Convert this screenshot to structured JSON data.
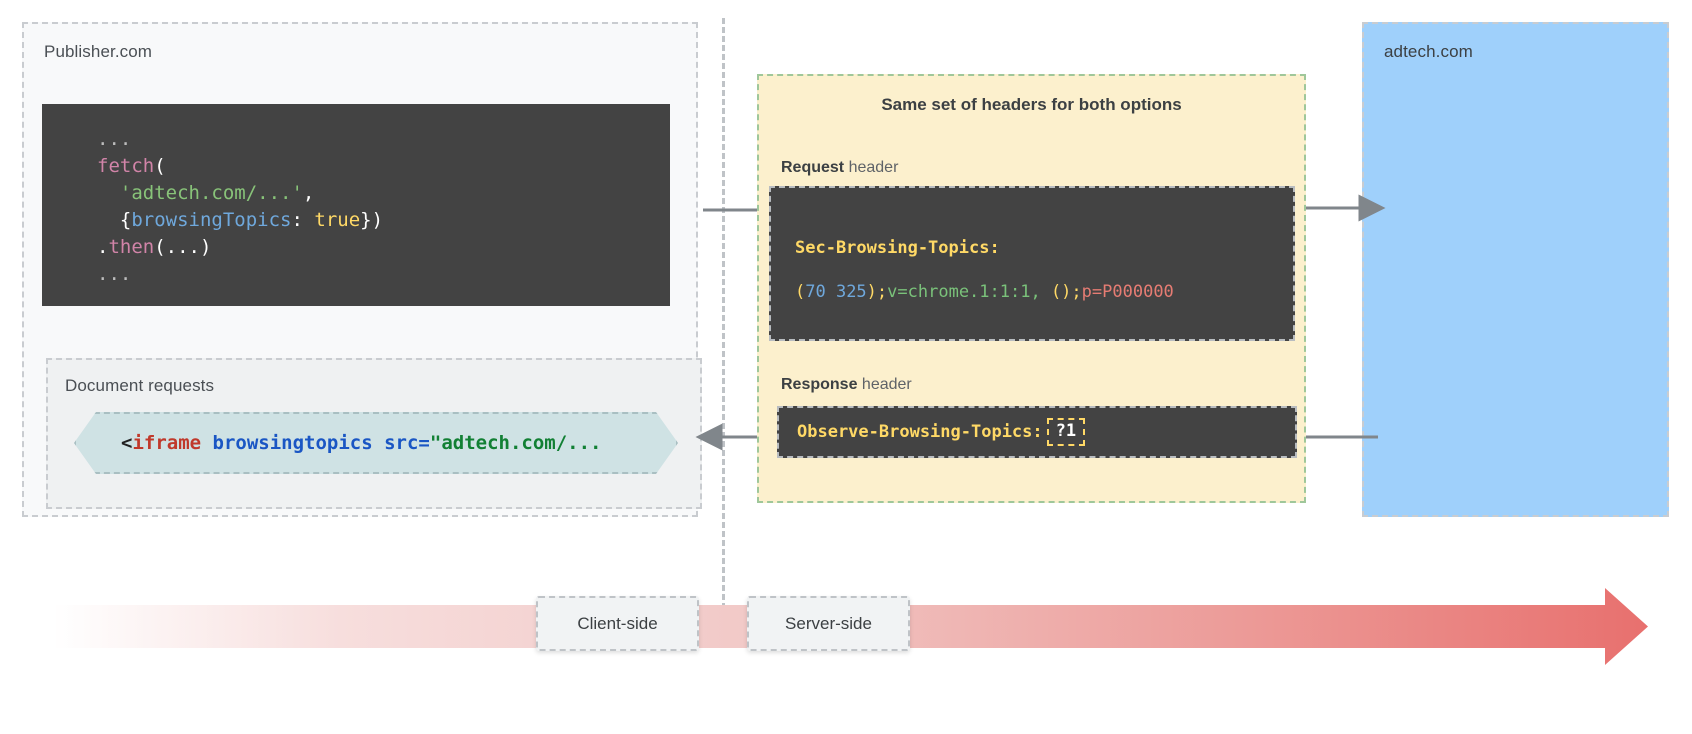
{
  "diagram": {
    "title_hidden": "",
    "publisher": {
      "label": "Publisher.com",
      "fetch_code": {
        "line1_dots": "...",
        "line2_fn": "fetch",
        "line2_paren": "(",
        "line3_str": "'adtech.com/...'",
        "line3_comma": ",",
        "line4_brace_open": "{",
        "line4_prop": "browsingTopics",
        "line4_colon": ": ",
        "line4_bool": "true",
        "line4_close": "})",
        "line5_dot": ".",
        "line5_then": "then",
        "line5_args": "(...)",
        "line6_dots": "..."
      },
      "document_requests": {
        "label": "Document requests",
        "iframe_tag_open": "<",
        "iframe_tag": "iframe",
        "iframe_attrs": " browsingtopics src=",
        "iframe_quote": "\"",
        "iframe_value": "adtech.com/...",
        "full_text": "<iframe browsingtopics src=\"adtech.com/..."
      }
    },
    "headers_panel": {
      "title": "Same set of headers for both options",
      "request": {
        "caption_bold": "Request",
        "caption_rest": " header",
        "header_name": "Sec-Browsing-Topics:",
        "value_paren_open": "(",
        "value_topics": "70 325",
        "value_paren_close": ")",
        "value_semi1": ";",
        "value_version": "v=chrome.1:1:1, ",
        "value_empty_parens": "()",
        "value_semi2": ";",
        "value_p": "p=P000000",
        "full_value": "(70 325);v=chrome.1:1:1, ();p=P000000"
      },
      "response": {
        "caption_bold": "Response",
        "caption_rest": " header",
        "header_name": "Observe-Browsing-Topics:",
        "header_value": "?1"
      }
    },
    "adtech": {
      "label": "adtech.com"
    },
    "timeline": {
      "client_side": "Client-side",
      "server_side": "Server-side"
    },
    "colors": {
      "panel_background": "#f8f9fa",
      "subpanel_background": "#eff1f2",
      "code_background": "#434343",
      "headers_panel_background": "#fcf0cd",
      "headers_panel_border": "#9fc79a",
      "adtech_background": "#9fd0fb",
      "iframe_chip_background": "#cfe2e4",
      "timeline_accent": "#e8706e",
      "arrow_gray": "#80868b",
      "token_function": "#d184a8",
      "token_string": "#88c379",
      "token_property": "#6fa8dc",
      "token_boolean": "#ffd966",
      "token_header_name": "#ffd966",
      "token_number": "#6fa8dc",
      "token_green": "#7ac27a",
      "token_red": "#e67c73",
      "token_tag": "#c0392b",
      "token_attr": "#1a56c4",
      "token_value": "#128034"
    }
  }
}
